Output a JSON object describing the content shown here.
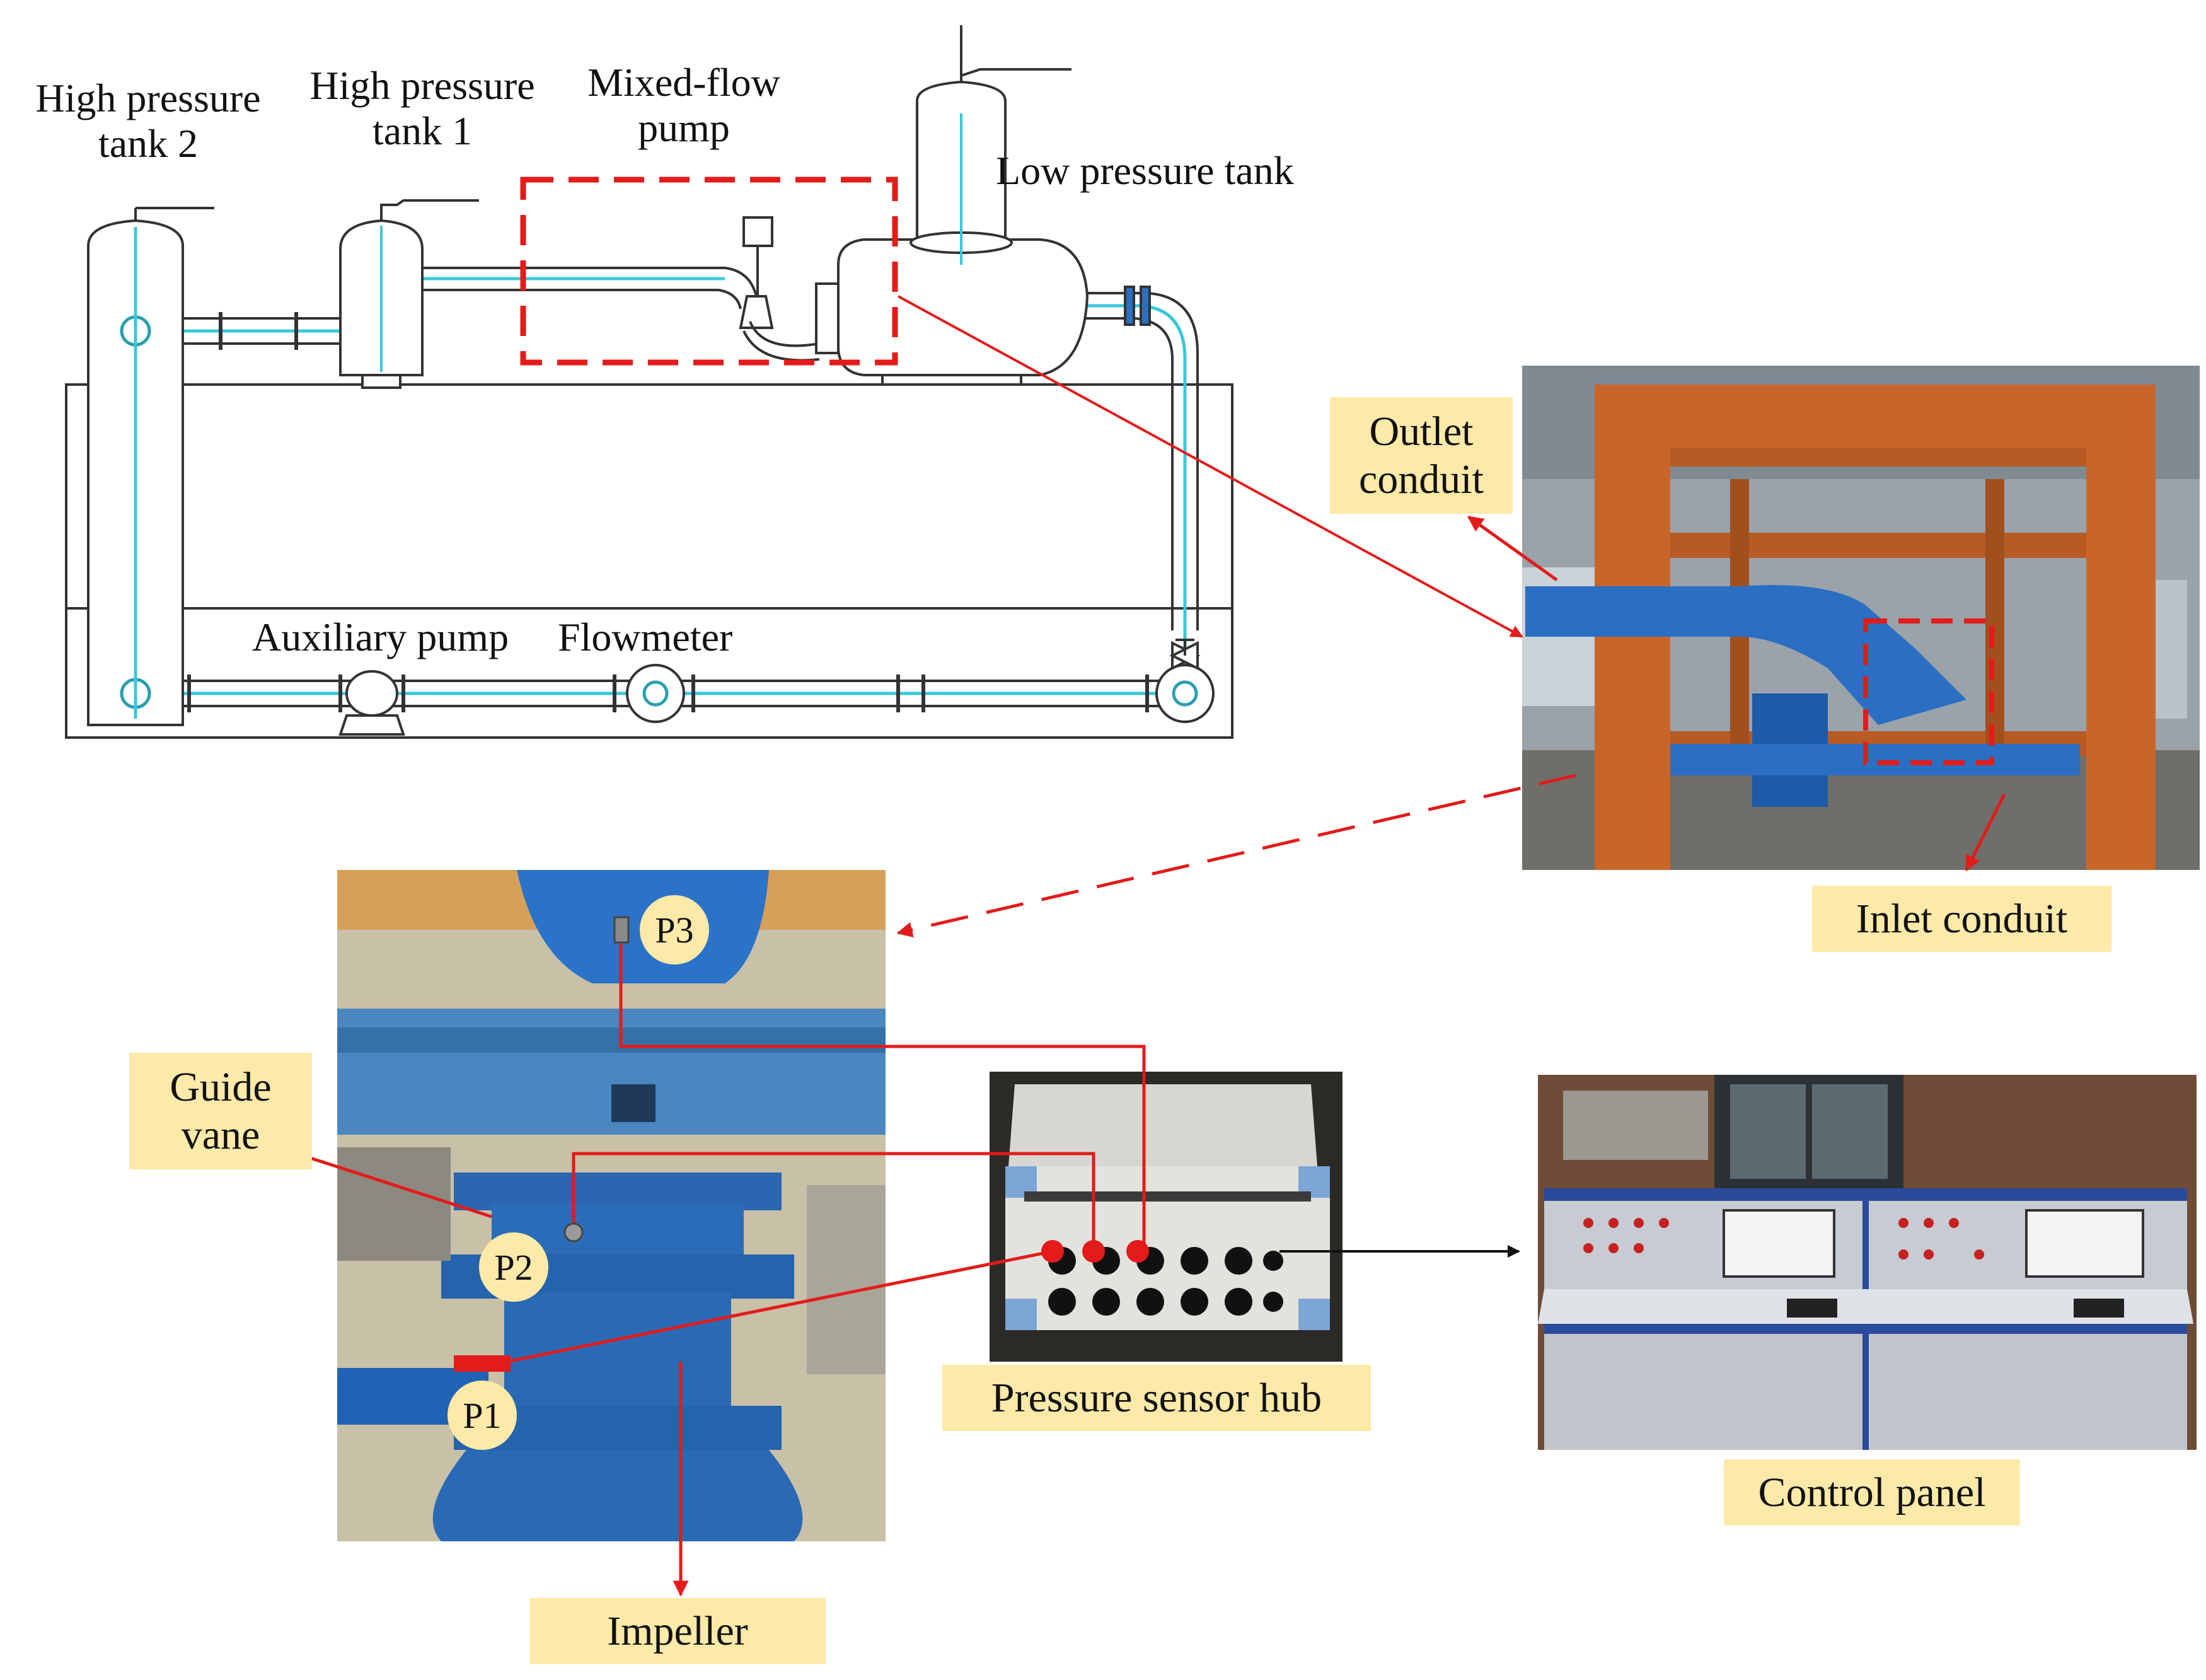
{
  "schematic": {
    "labels": {
      "hp_tank_2": "High pressure\ntank 2",
      "hp_tank_1": "High pressure\ntank 1",
      "mixed_flow_pump": "Mixed-flow\npump",
      "low_pressure_tank": "Low pressure tank",
      "auxiliary_pump": "Auxiliary pump",
      "flowmeter": "Flowmeter"
    }
  },
  "photo_labels": {
    "outlet_conduit": "Outlet\nconduit",
    "inlet_conduit": "Inlet conduit",
    "guide_vane": "Guide\nvane",
    "impeller": "Impeller",
    "pressure_sensor_hub": "Pressure sensor hub",
    "control_panel": "Control panel"
  },
  "sensors": [
    "P1",
    "P2",
    "P3"
  ],
  "colors": {
    "callout_red": "#e31b1b",
    "pipe_cyan": "#38c8d8",
    "label_bg": "#fde9a8",
    "frame_orange": "#c8662a",
    "pump_blue": "#2a6fc2"
  }
}
